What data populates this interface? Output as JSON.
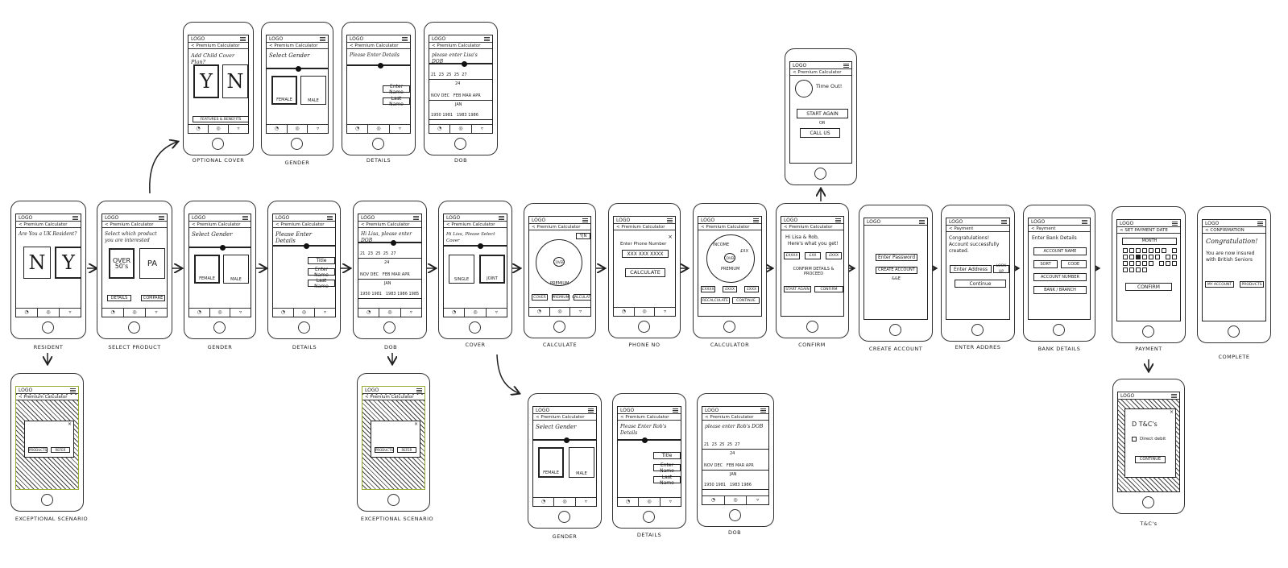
{
  "common": {
    "logo": "LOGO",
    "crumb": "< Premium Calculator"
  },
  "screens": {
    "resident": {
      "question": "Are You a UK Resident?",
      "no": "N",
      "yes": "Y",
      "label": "RESIDENT"
    },
    "select_product": {
      "title": "Select which product you are interested",
      "over50": "OVER 50's",
      "pa": "PA",
      "details": "DETAILS",
      "compare": "COMPARE",
      "label": "SELECT PRODUCT"
    },
    "gender": {
      "title": "Select Gender",
      "female": "FEMALE",
      "male": "MALE",
      "label": "GENDER"
    },
    "details": {
      "title": "Please Enter Details",
      "title_field": "Title",
      "first_name": "Enter Name",
      "last_name": "Last Name",
      "label": "DETAILS"
    },
    "dob": {
      "title": "Hi Lisa, please enter DOB",
      "days": [
        "21",
        "23",
        "25",
        "25",
        "27"
      ],
      "day": "24",
      "months": [
        "NOV",
        "DEC",
        "FEB",
        "MAR",
        "APR"
      ],
      "month": "JAN",
      "years": [
        "1950",
        "1981",
        "1983",
        "1986",
        "1985"
      ],
      "label": "DOB"
    },
    "cover": {
      "title": "Hi Lisa, Please Select Cover",
      "single": "SINGLE",
      "joint": "JOINT",
      "label": "COVER"
    },
    "calculate": {
      "cover": "COVER",
      "premium": "PREMIUM",
      "yn": "Y|N",
      "buttons": [
        "COVER",
        "PREMIUM",
        "CALCULATE"
      ],
      "label": "CALCULATE"
    },
    "phone": {
      "title": "Enter Phone Number",
      "placeholder": "XXX XXX XXXX",
      "button": "CALCULATE",
      "label": "PHONE NO"
    },
    "calculator": {
      "income": "INCOME",
      "cover": "COVER",
      "amount": "£XX",
      "premium": "PREMIUM",
      "values": [
        "£XXXX",
        "£XXX",
        "£XXX"
      ],
      "recalc": "RECALCULATE",
      "cont": "CONTINUE",
      "label": "CALCULATOR"
    },
    "confirm": {
      "line1": "Hi Lisa & Rob,",
      "line2": "Here's what you get!",
      "values": [
        "£XXXX",
        "£XX",
        "£XXX"
      ],
      "confirm_text": "CONFIRM DETAILS & PROCEED",
      "start_again": "START AGAIN",
      "confirm": "CONFIRM",
      "label": "CONFIRM"
    },
    "create_account": {
      "password": "Enter Password",
      "create": "CREATE ACCOUNT",
      "amp": "&&E",
      "label": "CREATE ACCOUNT"
    },
    "address": {
      "crumb": "< Payment",
      "msg": "Congratulations! Account successfully created.",
      "enter_address": "Enter Address",
      "lookup": "LOOK UP",
      "cont": "Continue",
      "label": "ENTER ADDRES"
    },
    "bank": {
      "crumb": "< Payment",
      "title": "Enter Bank Details",
      "account_name": "ACCOUNT NAME",
      "sort": "SORT",
      "code": "CODE",
      "account_number": "ACCOUNT NUMBER",
      "bank_branch": "BANK / BRANCH",
      "label": "BANK DETAILS"
    },
    "payment": {
      "crumb": "< SET PAYMENT DATE",
      "month": "MONTH",
      "confirm": "CONFIRM",
      "label": "PAYMENT"
    },
    "complete": {
      "crumb": "< CONFIRMATION",
      "title": "Congratulation!",
      "msg": "You are now insured with British Seniors",
      "my_account": "MY ACCOUNT",
      "products": "PRODUCTS",
      "label": "COMPLETE"
    },
    "optional_cover": {
      "title": "Add Child Cover Plan?",
      "yes": "Y",
      "no": "N",
      "features": "FEATURES & BENEFITS",
      "label": "OPTIONAL COVER"
    },
    "gender2": {
      "label": "GENDER"
    },
    "details2": {
      "title": "Please Enter Details",
      "first_name": "Enter Name",
      "last_name": "Last Name",
      "label": "DETAILS"
    },
    "dob2": {
      "title": "please enter Lisa's DOB",
      "label": "DOB"
    },
    "timeout": {
      "title": "Time Out!",
      "start_again": "START AGAIN",
      "or": "OR",
      "call_us": "CALL US"
    },
    "exception1": {
      "products": "PRODUCTS",
      "refer": "REFER",
      "label": "EXCEPTIONAL SCENARIO"
    },
    "exception2": {
      "products": "PRODUCTS",
      "refer": "REFER",
      "label": "EXCEPTIONAL SCENARIO"
    },
    "gender3": {
      "title": "Select Gender",
      "female": "FEMALE",
      "male": "MALE",
      "label": "GENDER"
    },
    "details3": {
      "title": "Please Enter Rob's Details",
      "title_field": "Title",
      "first_name": "Enter Name",
      "last_name": "Last Name",
      "label": "DETAILS"
    },
    "dob3": {
      "title": "please enter Rob's DOB",
      "label": "DOB"
    },
    "tandc": {
      "title": "D T&C's",
      "direct_debit": "Direct debit",
      "cont": "CONTINUE",
      "label": "T&C's"
    }
  },
  "tab_icons": [
    "pie-chart-icon",
    "coins-icon",
    "chat-bubble-icon"
  ]
}
